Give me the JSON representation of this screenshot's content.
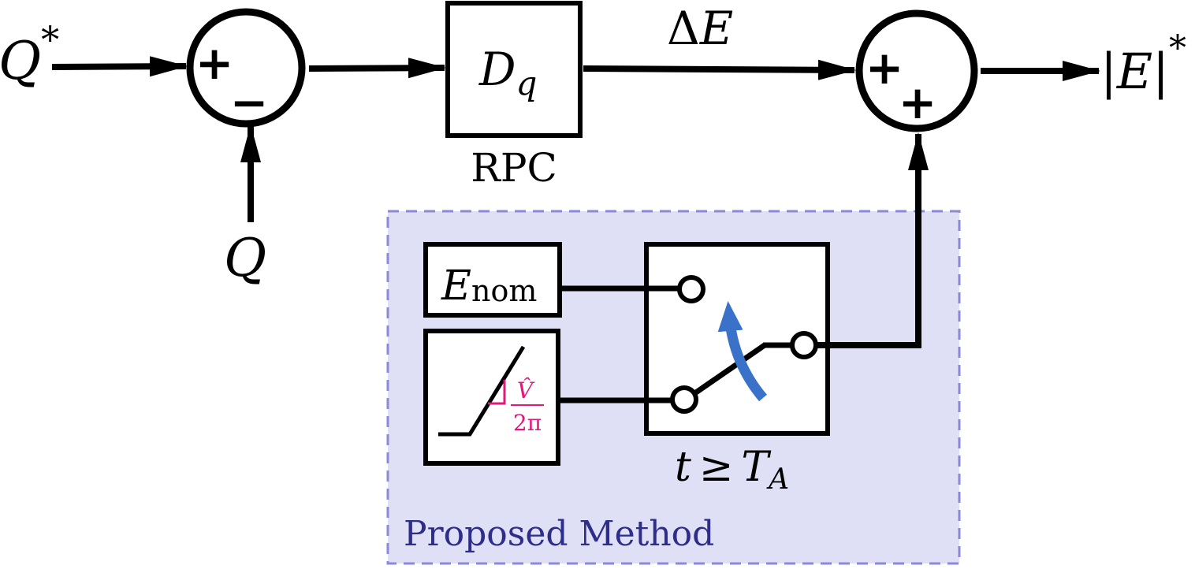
{
  "diagram": {
    "inputs": {
      "reference": "Q",
      "reference_sup": "*",
      "feedback": "Q"
    },
    "summer_1": {
      "sign_top": "+",
      "sign_bottom": "−"
    },
    "rpc_block": {
      "gain_main": "D",
      "gain_sub": "q",
      "caption": "RPC"
    },
    "signal_label": {
      "delta": "Δ",
      "var": "E"
    },
    "summer_2": {
      "sign_left": "+",
      "sign_bottom": "+"
    },
    "output": {
      "label": "|E|",
      "sup": "*"
    },
    "proposed_method": {
      "title": "Proposed Method",
      "enom_block": {
        "main": "E",
        "sub": "nom"
      },
      "ramp_block": {
        "slope_num": "V̂",
        "slope_den": "2π"
      },
      "switch": {
        "condition_var": "t",
        "condition_op": "≥",
        "condition_rhs": "T",
        "condition_sub": "A"
      }
    },
    "colors": {
      "panel_fill": "#dfe0f6",
      "panel_border": "#8a8ad8",
      "panel_title": "#2e2e8a",
      "switch_arrow": "#3a72c9",
      "slope_annotation": "#e0197a"
    }
  }
}
